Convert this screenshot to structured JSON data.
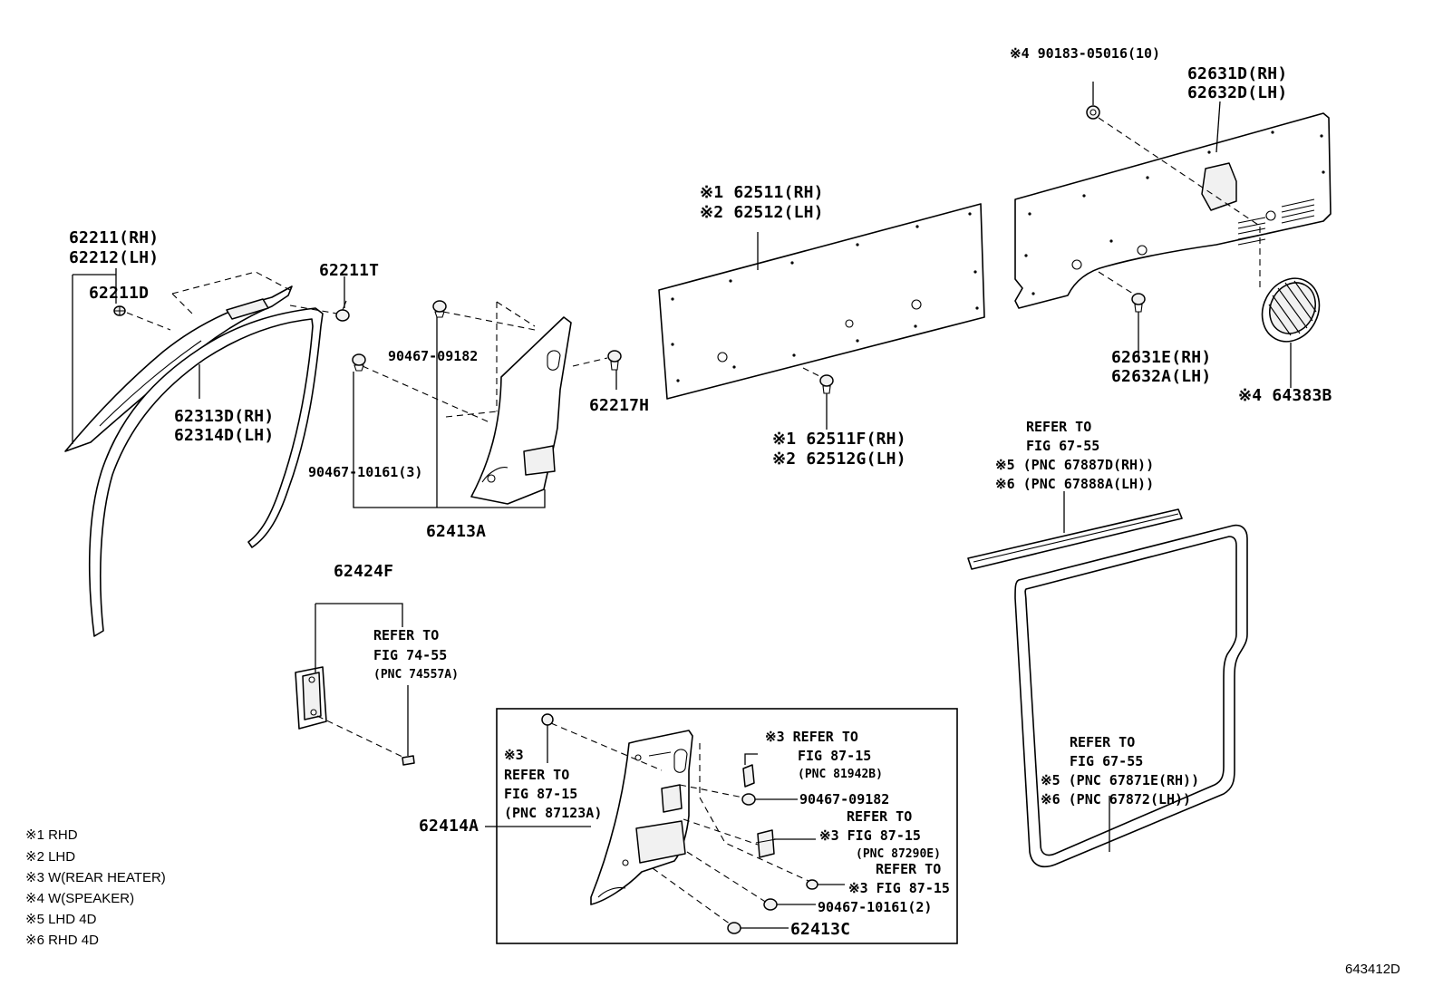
{
  "labels": {
    "l_62211_rh": "62211(RH)",
    "l_62212_lh": "62212(LH)",
    "l_62211d": "62211D",
    "l_62211t": "62211T",
    "l_62313d_rh": "62313D(RH)",
    "l_62314d_lh": "62314D(LH)",
    "l_90467_09182_a": "90467-09182",
    "l_62217h": "62217H",
    "l_90467_10161_3": "90467-10161(3)",
    "l_62413a": "62413A",
    "l_62511_rh": "※1 62511(RH)",
    "l_62512_lh": "※2 62512(LH)",
    "l_62511f_rh": "※1 62511F(RH)",
    "l_62512g_lh": "※2 62512G(LH)",
    "l_90183": "※4 90183-05016(10)",
    "l_62631d_rh": "62631D(RH)",
    "l_62632d_lh": "62632D(LH)",
    "l_62631e_rh": "62631E(RH)",
    "l_62632a_lh": "62632A(LH)",
    "l_64383b": "※4 64383B",
    "l_62424f": "62424F",
    "l_refer_74_1": "REFER TO",
    "l_refer_74_2": "FIG 74-55",
    "l_refer_74_3": "(PNC 74557A)",
    "l_refer_6755a_1": "REFER TO",
    "l_refer_6755a_2": "FIG 67-55",
    "l_refer_6755a_3": "※5 (PNC 67887D(RH))",
    "l_refer_6755a_4": "※6 (PNC 67888A(LH))",
    "l_refer_6755b_1": "REFER TO",
    "l_refer_6755b_2": "FIG 67-55",
    "l_refer_6755b_3": "※5 (PNC 67871E(RH))",
    "l_refer_6755b_4": "※6 (PNC 67872(LH))",
    "l_62414a": "62414A",
    "l_refer_87123_0": "※3",
    "l_refer_87123_1": "REFER TO",
    "l_refer_87123_2": "FIG 87-15",
    "l_refer_87123_3": "(PNC 87123A)",
    "l_refer_81942_1": "※3 REFER TO",
    "l_refer_81942_2": "FIG 87-15",
    "l_refer_81942_3": "(PNC 81942B)",
    "l_90467_09182_b": "90467-09182",
    "l_refer_87290_1": "REFER TO",
    "l_refer_87290_2": "※3 FIG 87-15",
    "l_refer_87290_3": "(PNC 87290E)",
    "l_refer_87_c_1": "REFER TO",
    "l_refer_87_c_2": "※3 FIG 87-15",
    "l_90467_10161_2": "90467-10161(2)",
    "l_62413c": "62413C"
  },
  "notes": [
    "※1 RHD",
    "※2 LHD",
    "※3 W(REAR HEATER)",
    "※4 W(SPEAKER)",
    "※5 LHD 4D",
    "※6 RHD 4D"
  ],
  "figure_id": "643412D"
}
